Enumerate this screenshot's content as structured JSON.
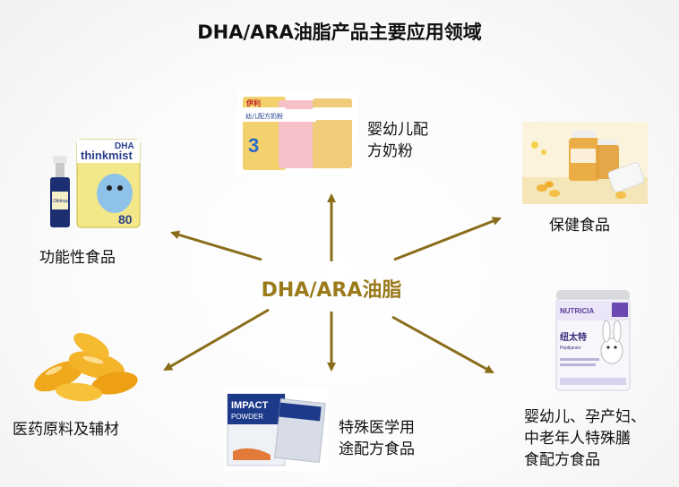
{
  "title": "DHA/ARA油脂产品主要应用领域",
  "center": "DHA/ARA油脂",
  "colors": {
    "arrow": "#8a6d1a",
    "center_text": "#9a7a1a"
  },
  "applications": {
    "infant_formula": {
      "label_line1": "婴幼儿配",
      "label_line2": "方奶粉"
    },
    "health_food": {
      "label": "保健食品"
    },
    "functional_food": {
      "label": "功能性食品"
    },
    "pharma": {
      "label": "医药原料及辅材"
    },
    "medical_food": {
      "label_line1": "特殊医学用",
      "label_line2": "途配方食品"
    },
    "special_diet": {
      "label_line1": "婴幼儿、孕产妇、",
      "label_line2": "中老年人特殊膳",
      "label_line3": "食配方食品"
    }
  },
  "product_images": {
    "thinkmist": {
      "brand": "thinkmist",
      "badge": "DHA",
      "count": "80",
      "drops": "Oildrops"
    },
    "formula": {
      "brand": "伊利",
      "can_label": "幼儿配方奶粉",
      "stage": "3"
    },
    "impact": {
      "brand": "IMPACT",
      "sub": "POWDER"
    },
    "nutricia": {
      "brand": "NUTRICIA",
      "product": "纽太特",
      "sub": "Peptijunior"
    }
  }
}
